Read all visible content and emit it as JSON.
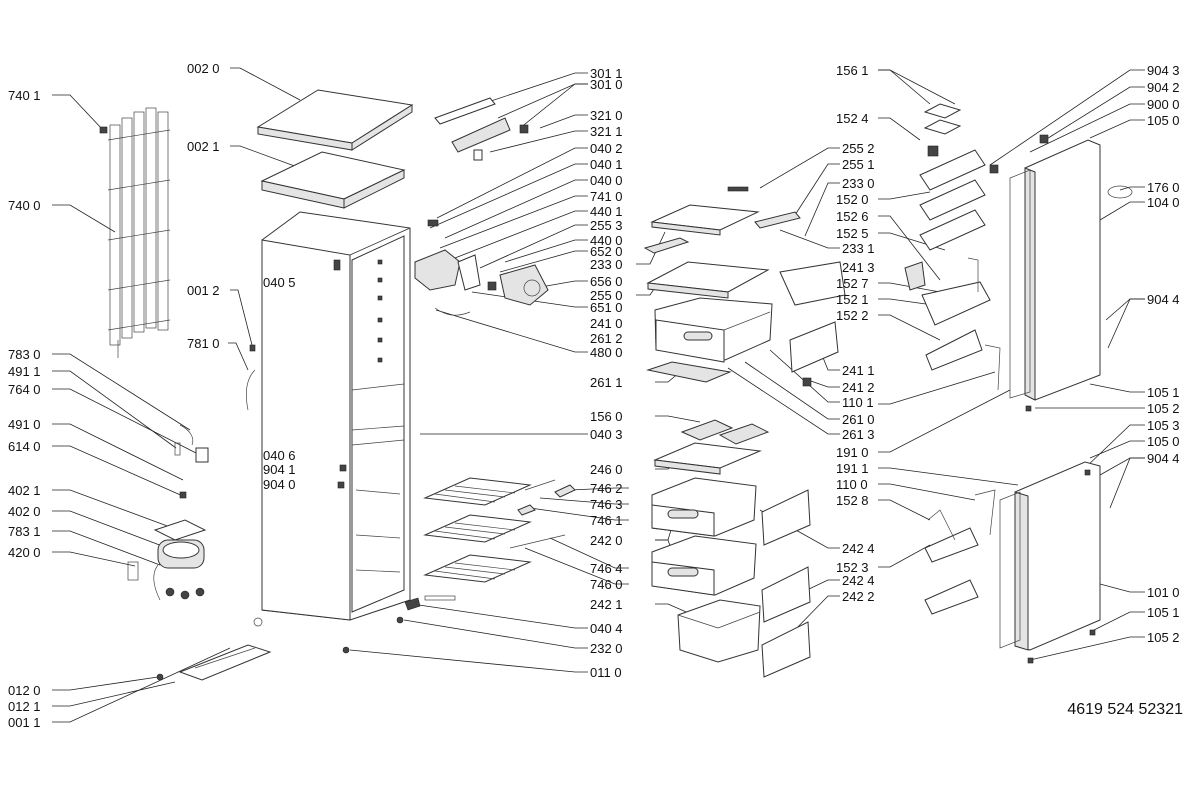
{
  "document_number": "4619 524 52321",
  "parts": [
    "740 1",
    "740 0",
    "002 0",
    "002 1",
    "001 2",
    "781 0",
    "783 0",
    "491 1",
    "764 0",
    "491 0",
    "614 0",
    "402 1",
    "402 0",
    "783 1",
    "420 0",
    "012 0",
    "012 1",
    "001 1",
    "040 5",
    "040 6",
    "904 1",
    "904 0",
    "301 1",
    "301 0",
    "321 0",
    "321 1",
    "040 2",
    "040 1",
    "040 0",
    "741 0",
    "440 1",
    "255 3",
    "440 0",
    "652 0",
    "233 0",
    "656 0",
    "255 0",
    "651 0",
    "241 0",
    "261 2",
    "480 0",
    "261 1",
    "156 0",
    "040 3",
    "246 0",
    "746 2",
    "746 3",
    "746 1",
    "242 0",
    "746 4",
    "746 0",
    "242 1",
    "040 4",
    "232 0",
    "011 0",
    "255 2",
    "255 1",
    "233 0",
    "233 1",
    "241 3",
    "241 1",
    "241 2",
    "110 1",
    "261 0",
    "261 3",
    "242 4",
    "242 4",
    "242 2",
    "156 1",
    "152 4",
    "152 0",
    "152 6",
    "152 5",
    "152 7",
    "152 1",
    "152 2",
    "904 3",
    "904 2",
    "900 0",
    "105 0",
    "176 0",
    "104 0",
    "904 4",
    "105 1",
    "105 2",
    "191 0",
    "105 3",
    "105 0",
    "904 4",
    "191 1",
    "110 0",
    "152 8",
    "152 3",
    "101 0",
    "105 1",
    "105 2"
  ]
}
